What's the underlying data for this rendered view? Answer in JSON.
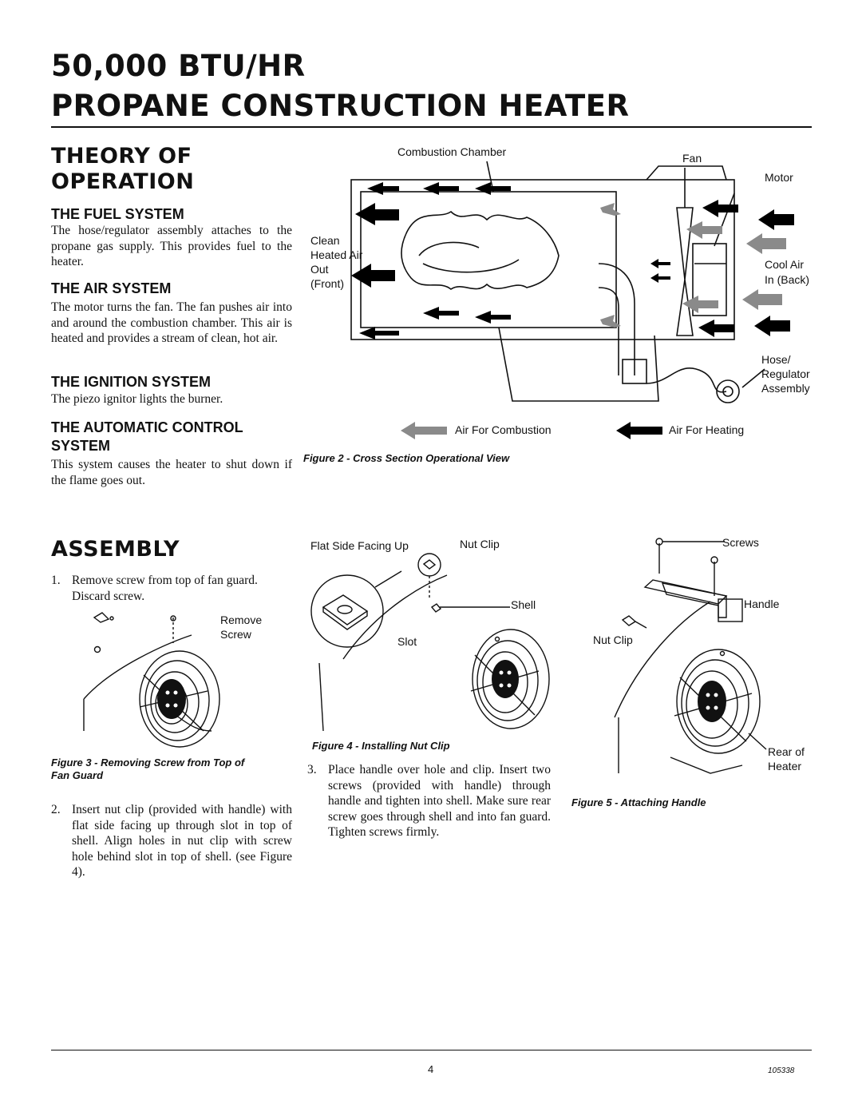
{
  "header": {
    "title_line1": "50,000 BTU/HR",
    "title_line2": "PROPANE CONSTRUCTION HEATER"
  },
  "theory": {
    "heading_line1": "THEORY OF",
    "heading_line2": "OPERATION",
    "sections": [
      {
        "title": "THE FUEL SYSTEM",
        "text": "The hose/regulator assembly attaches to the propane gas supply. This provides fuel to the heater."
      },
      {
        "title": "THE AIR SYSTEM",
        "text": "The motor turns the fan. The fan pushes air into and around the combustion chamber. This air is heated and provides a stream of clean, hot air."
      },
      {
        "title": "THE IGNITION SYSTEM",
        "text": "The piezo ignitor lights the burner."
      },
      {
        "title_line1": "THE AUTOMATIC CONTROL",
        "title_line2": "SYSTEM",
        "text": "This system causes the heater to shut down if the flame goes out."
      }
    ]
  },
  "figure2": {
    "labels": {
      "combustion_chamber": "Combustion Chamber",
      "fan": "Fan",
      "motor": "Motor",
      "clean_heated_air": [
        "Clean",
        "Heated Air",
        "Out",
        "(Front)"
      ],
      "cool_air": [
        "Cool Air",
        "In (Back)"
      ],
      "hose_regulator": [
        "Hose/",
        "Regulator",
        "Assembly"
      ]
    },
    "legend": {
      "combustion": "Air For Combustion",
      "heating": "Air For Heating"
    },
    "caption": "Figure 2 - Cross Section Operational View",
    "colors": {
      "combustion_arrow": "#8a8a8a",
      "heating_arrow": "#000000"
    }
  },
  "assembly": {
    "heading": "ASSEMBLY",
    "steps": [
      {
        "num": "1.",
        "text_line1": "Remove screw from top of fan guard.",
        "text_line2": "Discard screw."
      },
      {
        "num": "2.",
        "text": "Insert nut clip (provided with handle) with flat side facing up through slot in top of shell. Align holes in nut clip with screw hole behind slot in top of shell. (see Figure 4)."
      },
      {
        "num": "3.",
        "text": "Place handle over hole and clip. Insert two screws (provided with handle) through handle and tighten into shell. Make sure rear screw goes through shell and into fan guard. Tighten screws firmly."
      }
    ]
  },
  "figure3": {
    "labels": {
      "remove_screw": [
        "Remove",
        "Screw"
      ]
    },
    "caption_line1": "Figure 3 - Removing Screw from Top of",
    "caption_line2": "Fan Guard"
  },
  "figure4": {
    "labels": {
      "flat_side": "Flat Side Facing Up",
      "nut_clip": "Nut Clip",
      "shell": "Shell",
      "slot": "Slot"
    },
    "caption": "Figure 4 - Installing Nut Clip"
  },
  "figure5": {
    "labels": {
      "screws": "Screws",
      "handle": "Handle",
      "nut_clip": "Nut Clip",
      "rear_of_heater": [
        "Rear of",
        "Heater"
      ]
    },
    "caption": "Figure 5 - Attaching Handle"
  },
  "footer": {
    "page_number": "4",
    "doc_number": "105338"
  }
}
